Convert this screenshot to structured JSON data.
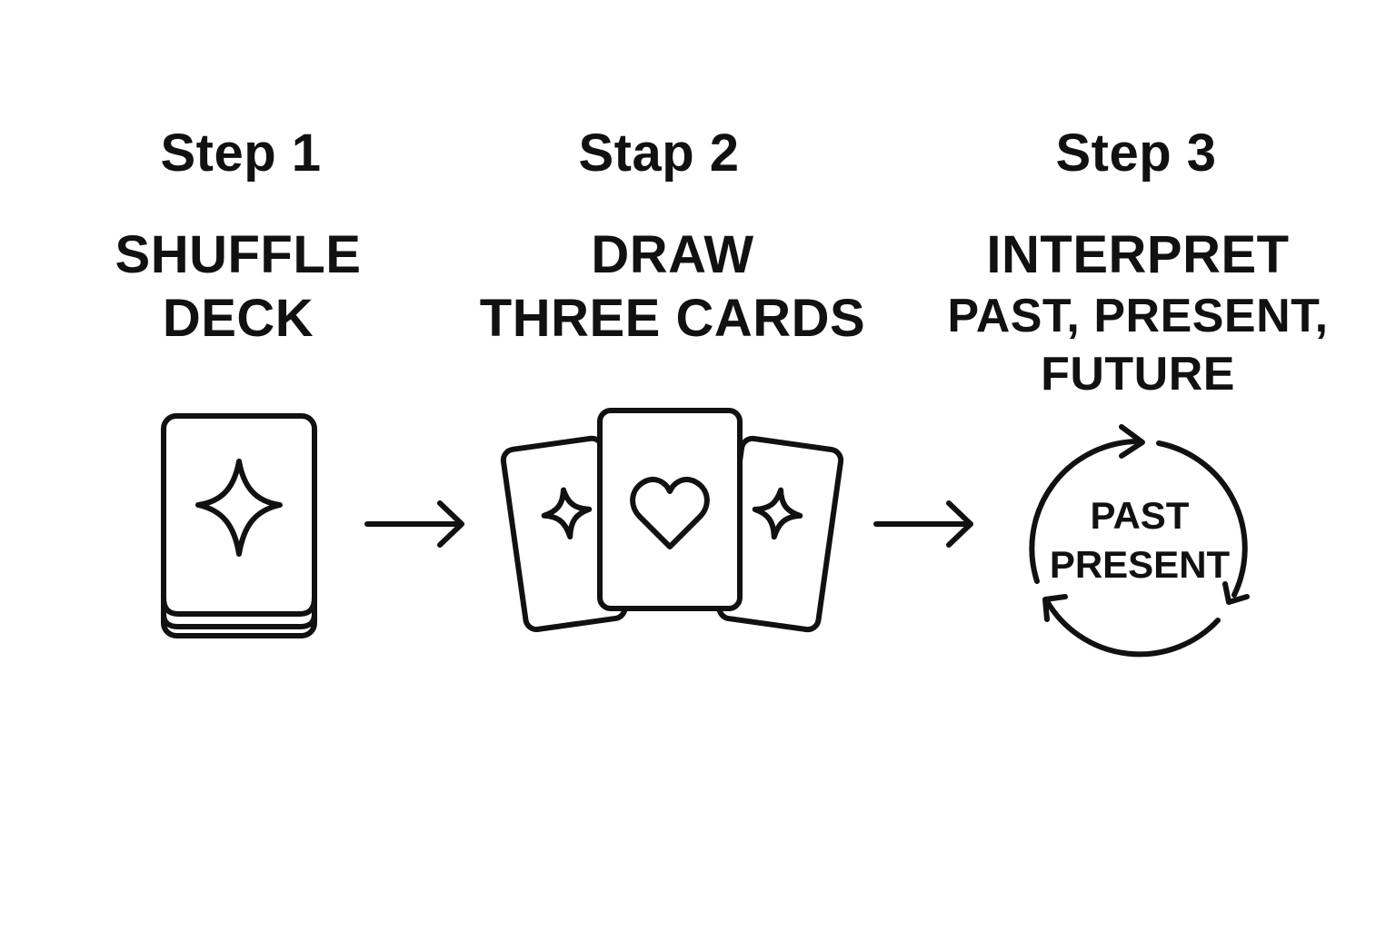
{
  "steps": [
    {
      "label": "Step 1",
      "title_lines": [
        "SHUFFLE",
        "DECK"
      ],
      "icon": "card-deck-icon"
    },
    {
      "label": "Stap 2",
      "title_lines": [
        "DRAW",
        "THREE CARDS"
      ],
      "icon": "three-cards-icon"
    },
    {
      "label": "Step 3",
      "title_lines": [
        "INTERPRET",
        "PAST, PRESENT,",
        "FUTURE"
      ],
      "icon": "cycle-icon",
      "cycle_text": [
        "PAST",
        "PRESENT"
      ]
    }
  ],
  "arrows": [
    "right-arrow-icon",
    "right-arrow-icon"
  ],
  "colors": {
    "ink": "#111111",
    "background": "#ffffff"
  }
}
